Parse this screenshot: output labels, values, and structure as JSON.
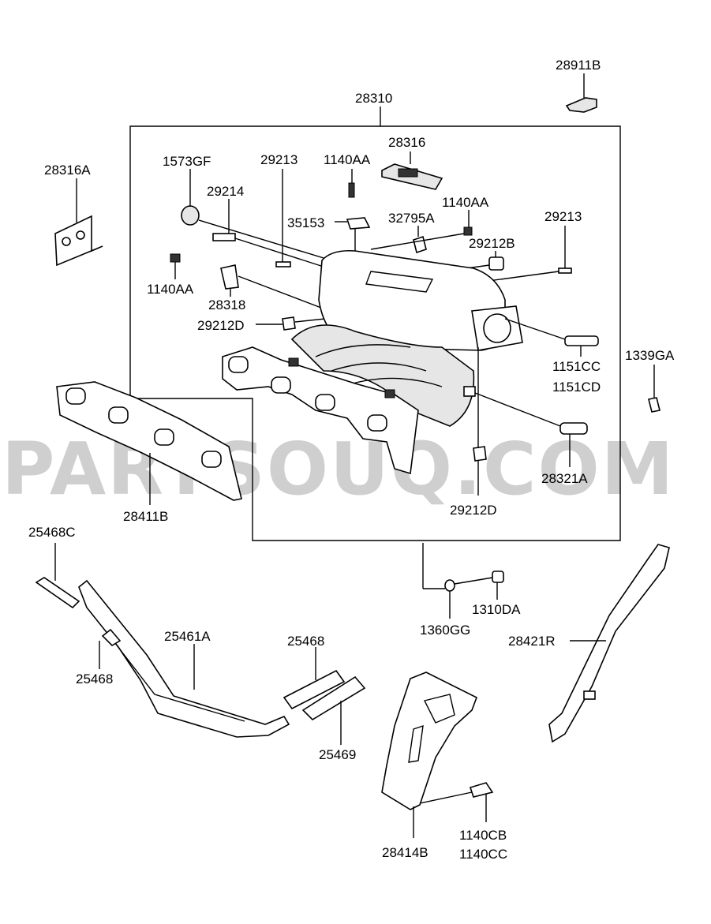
{
  "watermark": "PARTSOUQ.COM",
  "labels": {
    "p28911B": "28911B",
    "p28310": "28310",
    "p28316A": "28316A",
    "p28316": "28316",
    "p1573GF": "1573GF",
    "p29213_a": "29213",
    "p1140AA_a": "1140AA",
    "p29214": "29214",
    "p35153": "35153",
    "p32795A": "32795A",
    "p1140AA_b": "1140AA",
    "p29213_b": "29213",
    "p29212B": "29212B",
    "p1140AA_c": "1140AA",
    "p28318": "28318",
    "p29212D_a": "29212D",
    "p1339GA": "1339GA",
    "p1151CC": "1151CC",
    "p1151CD": "1151CD",
    "p28321A": "28321A",
    "p29212D_b": "29212D",
    "p28411B": "28411B",
    "p25468C": "25468C",
    "p1360GG": "1360GG",
    "p1310DA": "1310DA",
    "p25461A": "25461A",
    "p25468_a": "25468",
    "p25468_b": "25468",
    "p25469": "25469",
    "p28421R": "28421R",
    "p28414B": "28414B",
    "p1140CB": "1140CB",
    "p1140CC": "1140CC"
  }
}
